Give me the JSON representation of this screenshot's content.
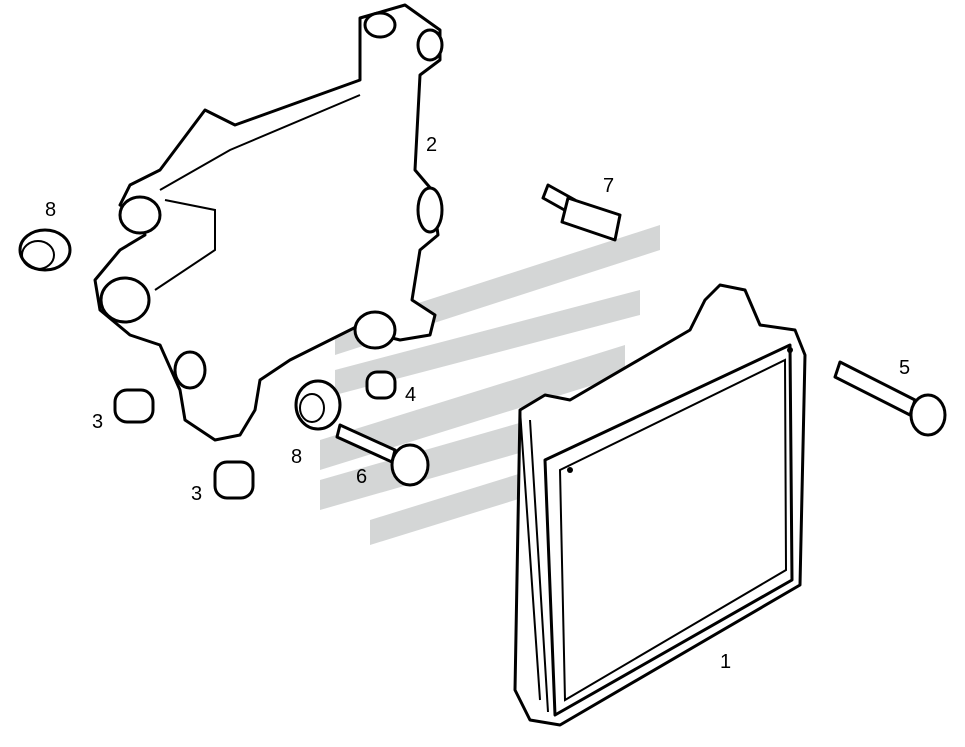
{
  "diagram": {
    "callouts": {
      "ecu": "1",
      "bracket": "2",
      "plug_left": "3",
      "plug_bottom": "3",
      "spacer": "4",
      "bolt_long": "5",
      "bolt_short": "6",
      "stud": "7",
      "grommet_left": "8",
      "grommet_center": "8"
    },
    "colors": {
      "line": "#000000",
      "watermark": "#d4d6d6",
      "background": "#ffffff"
    }
  }
}
